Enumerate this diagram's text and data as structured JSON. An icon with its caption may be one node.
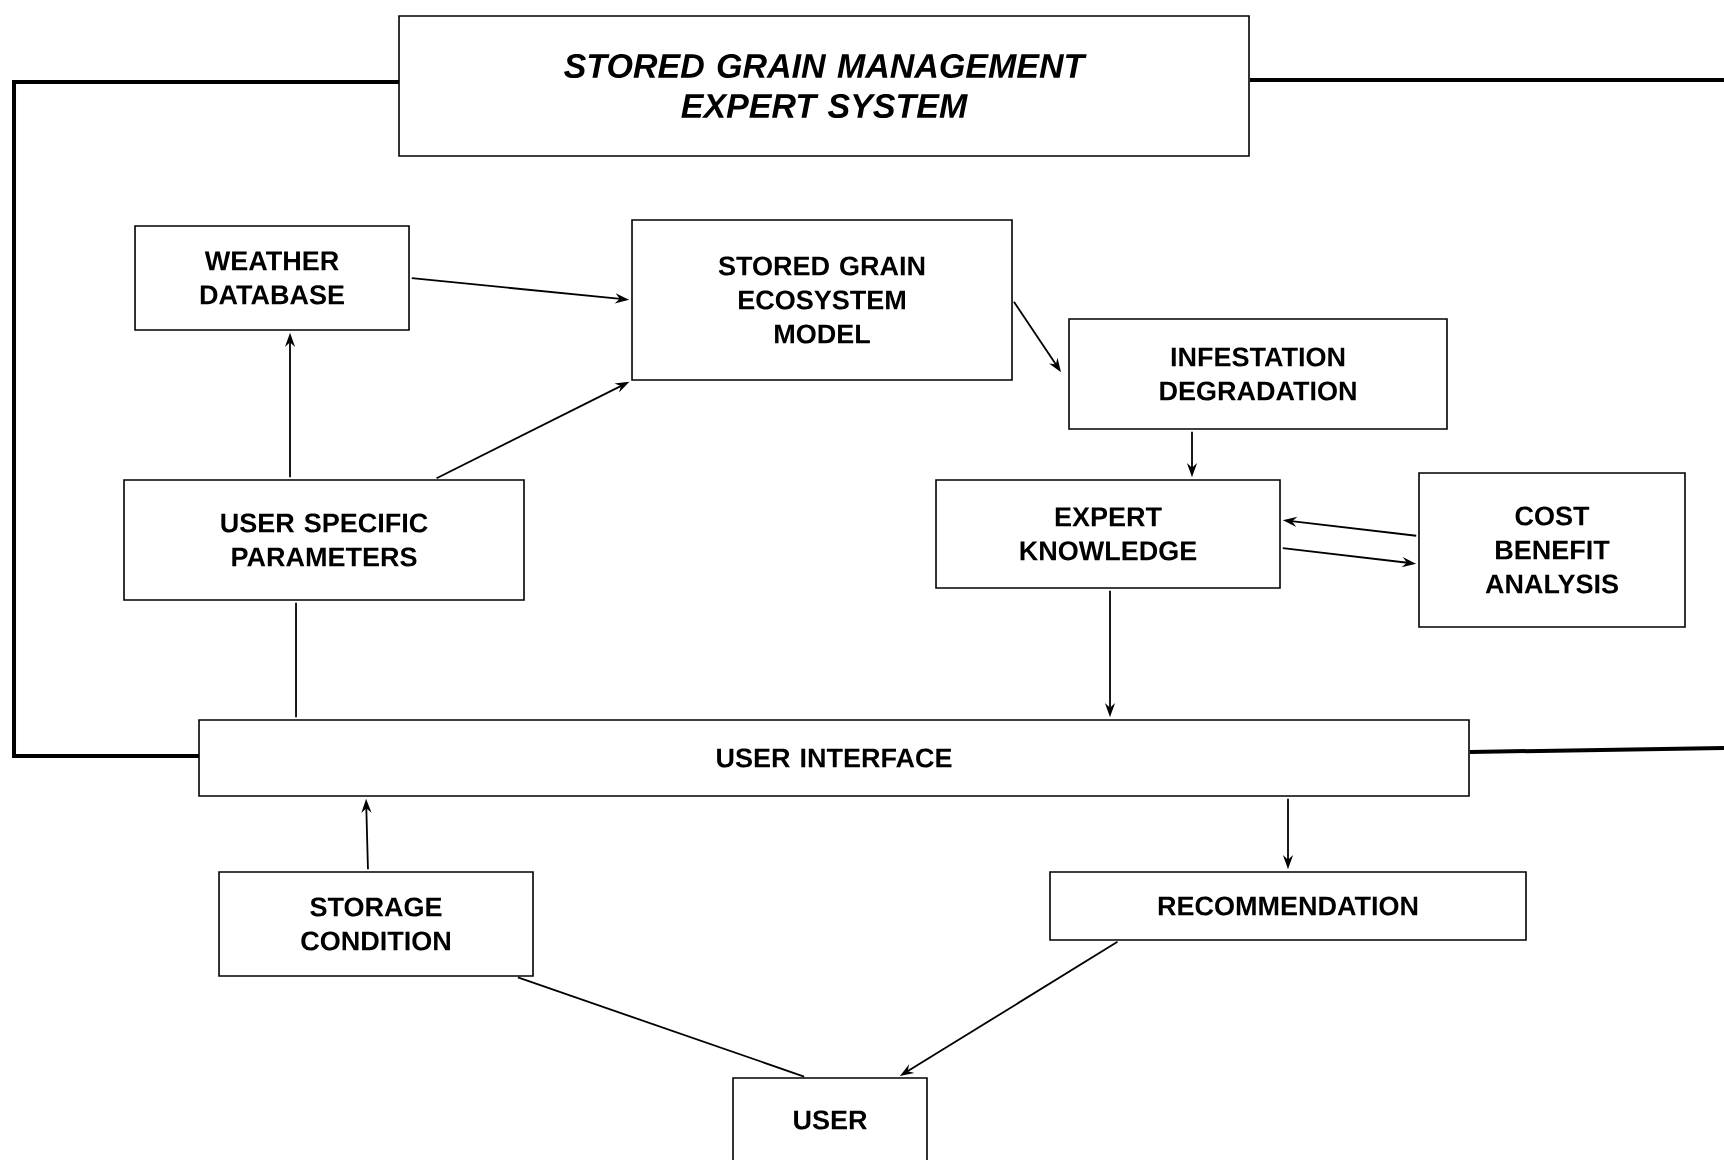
{
  "diagram": {
    "nodes": [
      {
        "text": [
          "STORED GRAIN MANAGEMENT EXPERT SYSTEM"
        ]
      },
      {
        "text": [
          "WEATHER DATABASE"
        ]
      },
      {
        "text": [
          "STORED GRAIN ECOSYSTEM MODEL"
        ]
      },
      {
        "text": [
          "INFESTATION DEGRADATION"
        ]
      },
      {
        "text": [
          "USER SPECIFIC PARAMETERS"
        ]
      },
      {
        "text": [
          "EXPERT KNOWLEDGE"
        ]
      },
      {
        "text": [
          "COST BENEFIT ANALYSIS"
        ]
      },
      {
        "text": [
          "USER INTERFACE"
        ]
      },
      {
        "text": [
          "STORAGE CONDITION"
        ]
      },
      {
        "text": [
          "RECOMMENDATION"
        ]
      },
      {
        "text": [
          "USER"
        ]
      }
    ],
    "edges": [
      {
        "from": 4,
        "to": 1,
        "arrow": "to"
      },
      {
        "from": 4,
        "to": 2,
        "arrow": "to"
      },
      {
        "from": 1,
        "to": 2,
        "arrow": "to"
      },
      {
        "from": 2,
        "to": 3,
        "arrow": "to"
      },
      {
        "from": 3,
        "to": 5,
        "arrow": "to"
      },
      {
        "from": 5,
        "to": 6,
        "arrow": "to"
      },
      {
        "from": 6,
        "to": 5,
        "arrow": "to"
      },
      {
        "from": 5,
        "to": 7,
        "arrow": "to"
      },
      {
        "from": 7,
        "to": 4,
        "arrow": "none"
      },
      {
        "from": 8,
        "to": 7,
        "arrow": "to"
      },
      {
        "from": 7,
        "to": 9,
        "arrow": "to"
      },
      {
        "from": 9,
        "to": 10,
        "arrow": "to"
      },
      {
        "from": 8,
        "to": 10,
        "arrow": "none"
      }
    ]
  }
}
